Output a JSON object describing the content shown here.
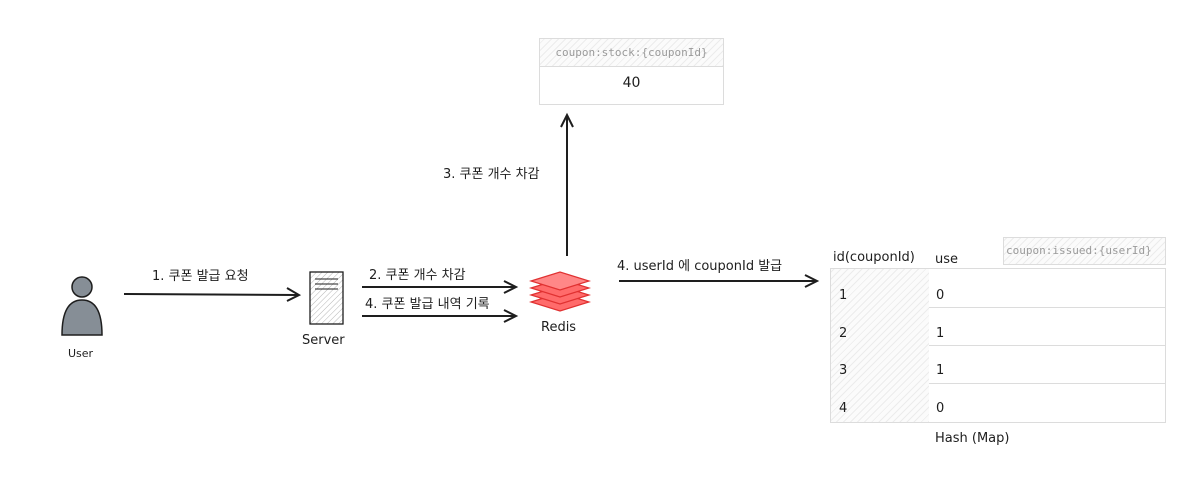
{
  "nodes": {
    "user": {
      "label": "User"
    },
    "server": {
      "label": "Server"
    },
    "redis": {
      "label": "Redis"
    }
  },
  "edges": {
    "request": "1. 쿠폰 발급 요청",
    "decrement_server": "2. 쿠폰 개수 차감",
    "record_server": "4. 쿠폰 발급 내역 기록",
    "decrement_stock": "3. 쿠폰 개수 차감",
    "record_hash": "4. userId 에 couponId 발급"
  },
  "stock": {
    "key": "coupon:stock:{couponId}",
    "value": "40"
  },
  "issued": {
    "key": "coupon:issued:{userId}",
    "headers": [
      "id(couponId)",
      "use"
    ],
    "rows": [
      {
        "id": "1",
        "use": "0"
      },
      {
        "id": "2",
        "use": "1"
      },
      {
        "id": "3",
        "use": "1"
      },
      {
        "id": "4",
        "use": "0"
      }
    ],
    "caption": "Hash (Map)"
  },
  "colors": {
    "stroke": "#1e1e1e",
    "user_icon": "#868e96",
    "redis": "#ff6b6b",
    "redis_dark": "#e03131",
    "box_border": "#dcdcdc",
    "key_text": "#9a9a9a"
  }
}
